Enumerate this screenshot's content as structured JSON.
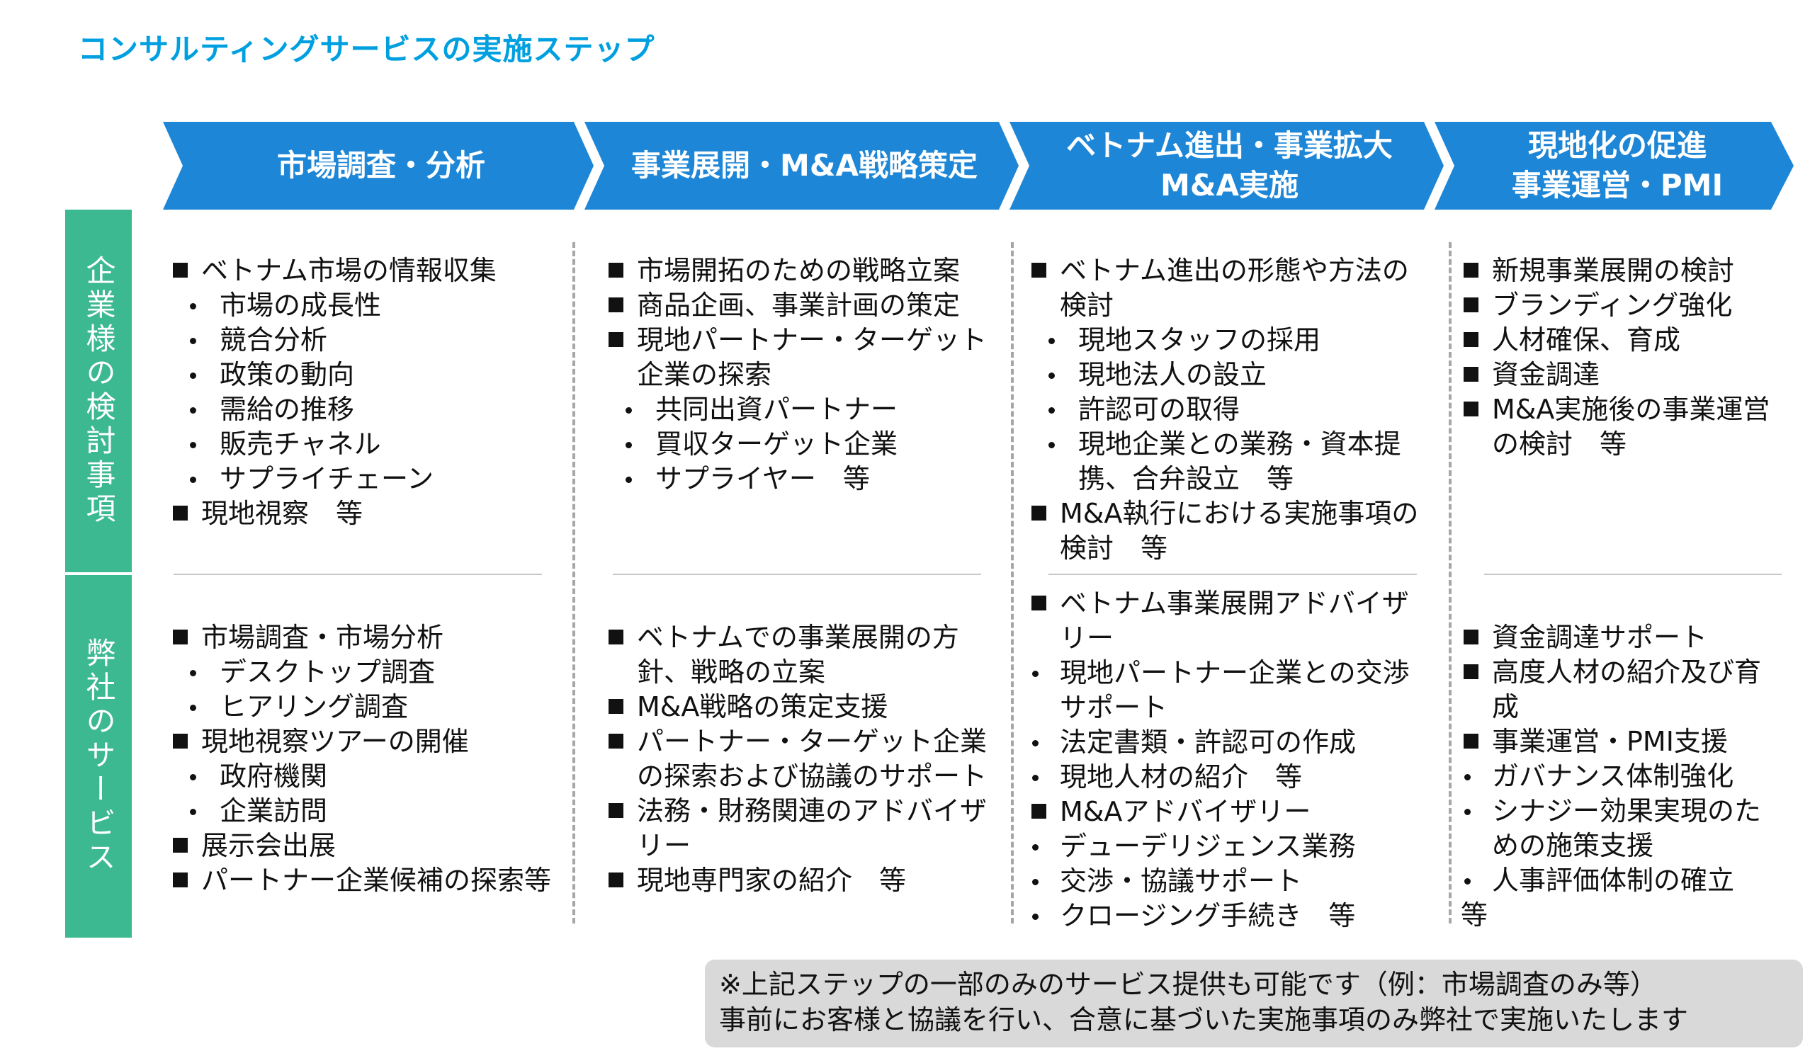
{
  "title": "コンサルティングサービスの実施ステップ",
  "colors": {
    "title": "#00a0e0",
    "chevron": "#1e86d6",
    "side": "#3cb991",
    "note_bg": "#d9d9d9"
  },
  "steps": [
    {
      "lines": [
        "市場調査・分析"
      ]
    },
    {
      "lines": [
        "事業展開・M&A戦略策定"
      ]
    },
    {
      "lines": [
        "ベトナム進出・事業拡大",
        "M&A実施"
      ]
    },
    {
      "lines": [
        "現地化の促進",
        "事業運営・PMI"
      ]
    }
  ],
  "rows": [
    {
      "label": "企業様の検討事項"
    },
    {
      "label": "弊社のサービス"
    }
  ],
  "cells": {
    "r0c0": [
      {
        "b": "sq",
        "t": "ベトナム市場の情報収集"
      },
      {
        "b": "dot",
        "t": "市場の成長性"
      },
      {
        "b": "dot",
        "t": "競合分析"
      },
      {
        "b": "dot",
        "t": "政策の動向"
      },
      {
        "b": "dot",
        "t": "需給の推移"
      },
      {
        "b": "dot",
        "t": "販売チャネル"
      },
      {
        "b": "dot",
        "t": "サプライチェーン"
      },
      {
        "b": "sq",
        "t": "現地視察　等"
      }
    ],
    "r0c1": [
      {
        "b": "sq",
        "t": "市場開拓のための戦略立案"
      },
      {
        "b": "sq",
        "t": "商品企画、事業計画の策定"
      },
      {
        "b": "sq",
        "t": "現地パートナー・ターゲット企業の探索"
      },
      {
        "b": "dot",
        "t": "共同出資パートナー"
      },
      {
        "b": "dot",
        "t": "買収ターゲット企業"
      },
      {
        "b": "dot",
        "t": "サプライヤー　等"
      }
    ],
    "r0c2": [
      {
        "b": "sq",
        "t": "ベトナム進出の形態や方法の検討"
      },
      {
        "b": "dot",
        "t": "現地スタッフの採用"
      },
      {
        "b": "dot",
        "t": "現地法人の設立"
      },
      {
        "b": "dot",
        "t": "許認可の取得"
      },
      {
        "b": "dot",
        "t": "現地企業との業務・資本提携、合弁設立　等"
      },
      {
        "b": "sq",
        "t": "M&A執行における実施事項の検討　等"
      }
    ],
    "r0c3": [
      {
        "b": "sq",
        "t": "新規事業展開の検討"
      },
      {
        "b": "sq",
        "t": "ブランディング強化"
      },
      {
        "b": "sq",
        "t": "人材確保、育成"
      },
      {
        "b": "sq",
        "t": "資金調達"
      },
      {
        "b": "sq",
        "t": "M&A実施後の事業運営の検討　等"
      }
    ],
    "r1c0": [
      {
        "b": "sq",
        "t": "市場調査・市場分析"
      },
      {
        "b": "dot",
        "t": "デスクトップ調査"
      },
      {
        "b": "dot",
        "t": "ヒアリング調査"
      },
      {
        "b": "sq",
        "t": "現地視察ツアーの開催"
      },
      {
        "b": "dot",
        "t": "政府機関"
      },
      {
        "b": "dot",
        "t": "企業訪問"
      },
      {
        "b": "sq",
        "t": "展示会出展"
      },
      {
        "b": "sq",
        "t": "パートナー企業候補の探索等"
      }
    ],
    "r1c1": [
      {
        "b": "sq",
        "t": "ベトナムでの事業展開の方針、戦略の立案"
      },
      {
        "b": "sq",
        "t": "M&A戦略の策定支援"
      },
      {
        "b": "sq",
        "t": "パートナー・ターゲット企業の探索および協議のサポート"
      },
      {
        "b": "sq",
        "t": "法務・財務関連のアドバイザリー"
      },
      {
        "b": "sq",
        "t": "現地専門家の紹介　等"
      }
    ],
    "r1c2": [
      {
        "b": "sq",
        "t": "ベトナム事業展開アドバイザリー"
      },
      {
        "b": "dot2",
        "t": "現地パートナー企業との交渉サポート"
      },
      {
        "b": "dot2",
        "t": "法定書類・許認可の作成"
      },
      {
        "b": "dot2",
        "t": "現地人材の紹介　等"
      },
      {
        "b": "sq",
        "t": "M&Aアドバイザリー"
      },
      {
        "b": "dot2",
        "t": "デューデリジェンス業務"
      },
      {
        "b": "dot2",
        "t": "交渉・協議サポート"
      },
      {
        "b": "dot2",
        "t": "クロージング手続き　等"
      }
    ],
    "r1c3": [
      {
        "b": "sq",
        "t": "資金調達サポート"
      },
      {
        "b": "sq",
        "t": "高度人材の紹介及び育成"
      },
      {
        "b": "sq",
        "t": "事業運営・PMI支援"
      },
      {
        "b": "dot2",
        "t": "ガバナンス体制強化"
      },
      {
        "b": "dot2",
        "t": "シナジー効果実現のための施策支援"
      },
      {
        "b": "dot2",
        "t": "人事評価体制の確立"
      },
      {
        "b": "plain",
        "t": "等"
      }
    ]
  },
  "note": {
    "line1": "※上記ステップの一部のみのサービス提供も可能です（例：市場調査のみ等）",
    "line2": "事前にお客様と協議を行い、合意に基づいた実施事項のみ弊社で実施いたします"
  }
}
